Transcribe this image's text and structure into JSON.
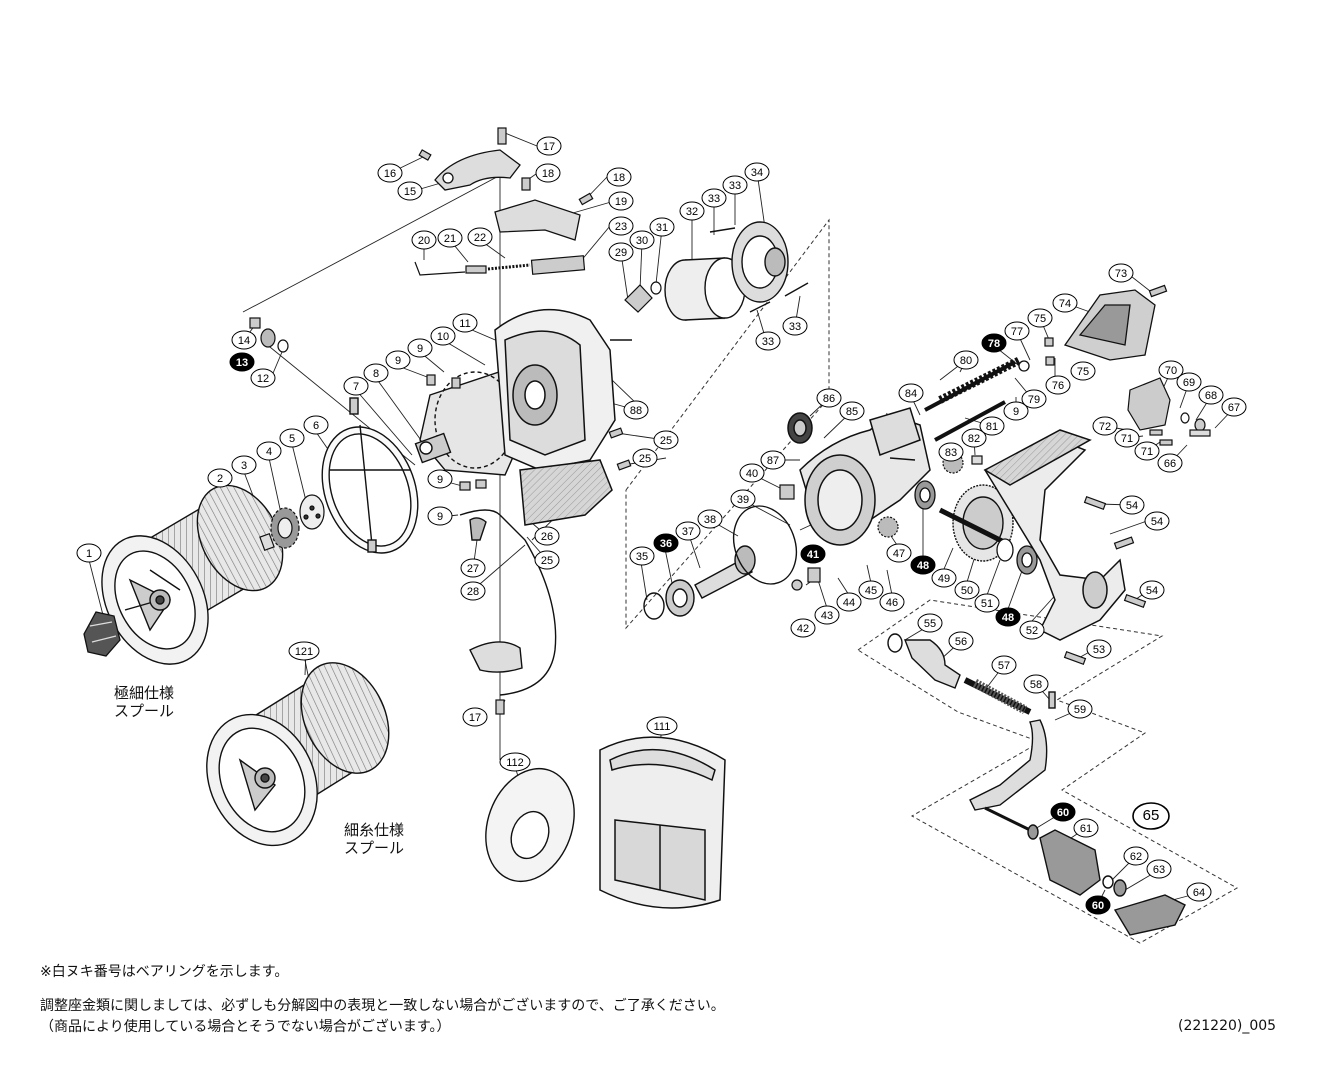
{
  "part_numbers": {
    "white": [
      "1",
      "2",
      "3",
      "4",
      "5",
      "6",
      "7",
      "8",
      "9",
      "10",
      "11",
      "12",
      "14",
      "15",
      "16",
      "17",
      "18",
      "19",
      "20",
      "21",
      "22",
      "23",
      "25",
      "26",
      "27",
      "28",
      "29",
      "30",
      "31",
      "32",
      "33",
      "34",
      "35",
      "37",
      "38",
      "39",
      "40",
      "42",
      "43",
      "44",
      "45",
      "46",
      "47",
      "49",
      "50",
      "51",
      "52",
      "53",
      "54",
      "55",
      "56",
      "57",
      "58",
      "59",
      "61",
      "62",
      "63",
      "64",
      "66",
      "67",
      "68",
      "69",
      "70",
      "71",
      "72",
      "73",
      "74",
      "75",
      "76",
      "77",
      "79",
      "80",
      "81",
      "82",
      "83",
      "84",
      "85",
      "86",
      "87",
      "88",
      "111",
      "112",
      "121"
    ],
    "black": [
      "13",
      "36",
      "41",
      "48",
      "60",
      "78"
    ],
    "outlined": "65"
  },
  "spool_labels": {
    "ultra_fine": [
      "極細仕様",
      "スプール"
    ],
    "fine": [
      "細糸仕様",
      "スプール"
    ]
  },
  "notes": {
    "bearing": "※白ヌキ番号はベアリングを示します。",
    "shim_1": "調整座金類に関しましては、必ずしも分解図中の表現と一致しない場合がございますので、ご了承ください。",
    "shim_2": "（商品により使用している場合とそうでない場合がございます。）"
  },
  "code": "(221220)_005"
}
